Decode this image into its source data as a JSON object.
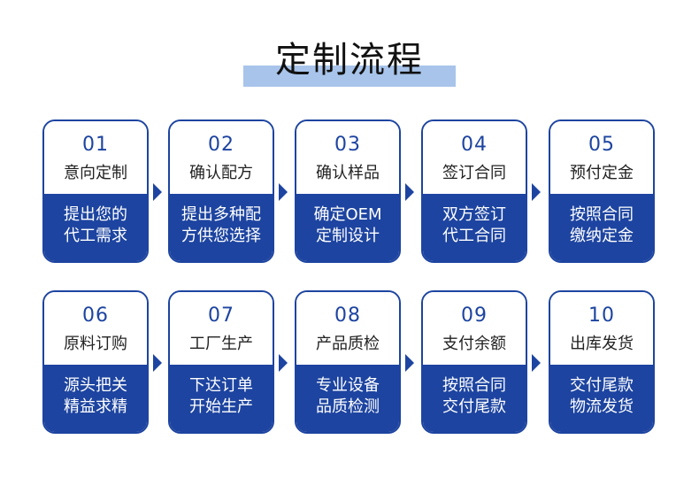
{
  "title": "定制流程",
  "steps": [
    {
      "num": "01",
      "name": "意向定制",
      "desc_line1": "提出您的",
      "desc_line2": "代工需求"
    },
    {
      "num": "02",
      "name": "确认配方",
      "desc_line1": "提出多种配",
      "desc_line2": "方供您选择"
    },
    {
      "num": "03",
      "name": "确认样品",
      "desc_line1": "确定OEM",
      "desc_line2": "定制设计"
    },
    {
      "num": "04",
      "name": "签订合同",
      "desc_line1": "双方签订",
      "desc_line2": "代工合同"
    },
    {
      "num": "05",
      "name": "预付定金",
      "desc_line1": "按照合同",
      "desc_line2": "缴纳定金"
    },
    {
      "num": "06",
      "name": "原料订购",
      "desc_line1": "源头把关",
      "desc_line2": "精益求精"
    },
    {
      "num": "07",
      "name": "工厂生产",
      "desc_line1": "下达订单",
      "desc_line2": "开始生产"
    },
    {
      "num": "08",
      "name": "产品质检",
      "desc_line1": "专业设备",
      "desc_line2": "品质检测"
    },
    {
      "num": "09",
      "name": "支付余额",
      "desc_line1": "按照合同",
      "desc_line2": "交付尾款"
    },
    {
      "num": "10",
      "name": "出库发货",
      "desc_line1": "交付尾款",
      "desc_line2": "物流发货"
    }
  ],
  "colors": {
    "primary": "#1d44a0",
    "title_highlight": "#a8c4ea"
  },
  "icons": {
    "connector": "triangle-right-arrow"
  }
}
